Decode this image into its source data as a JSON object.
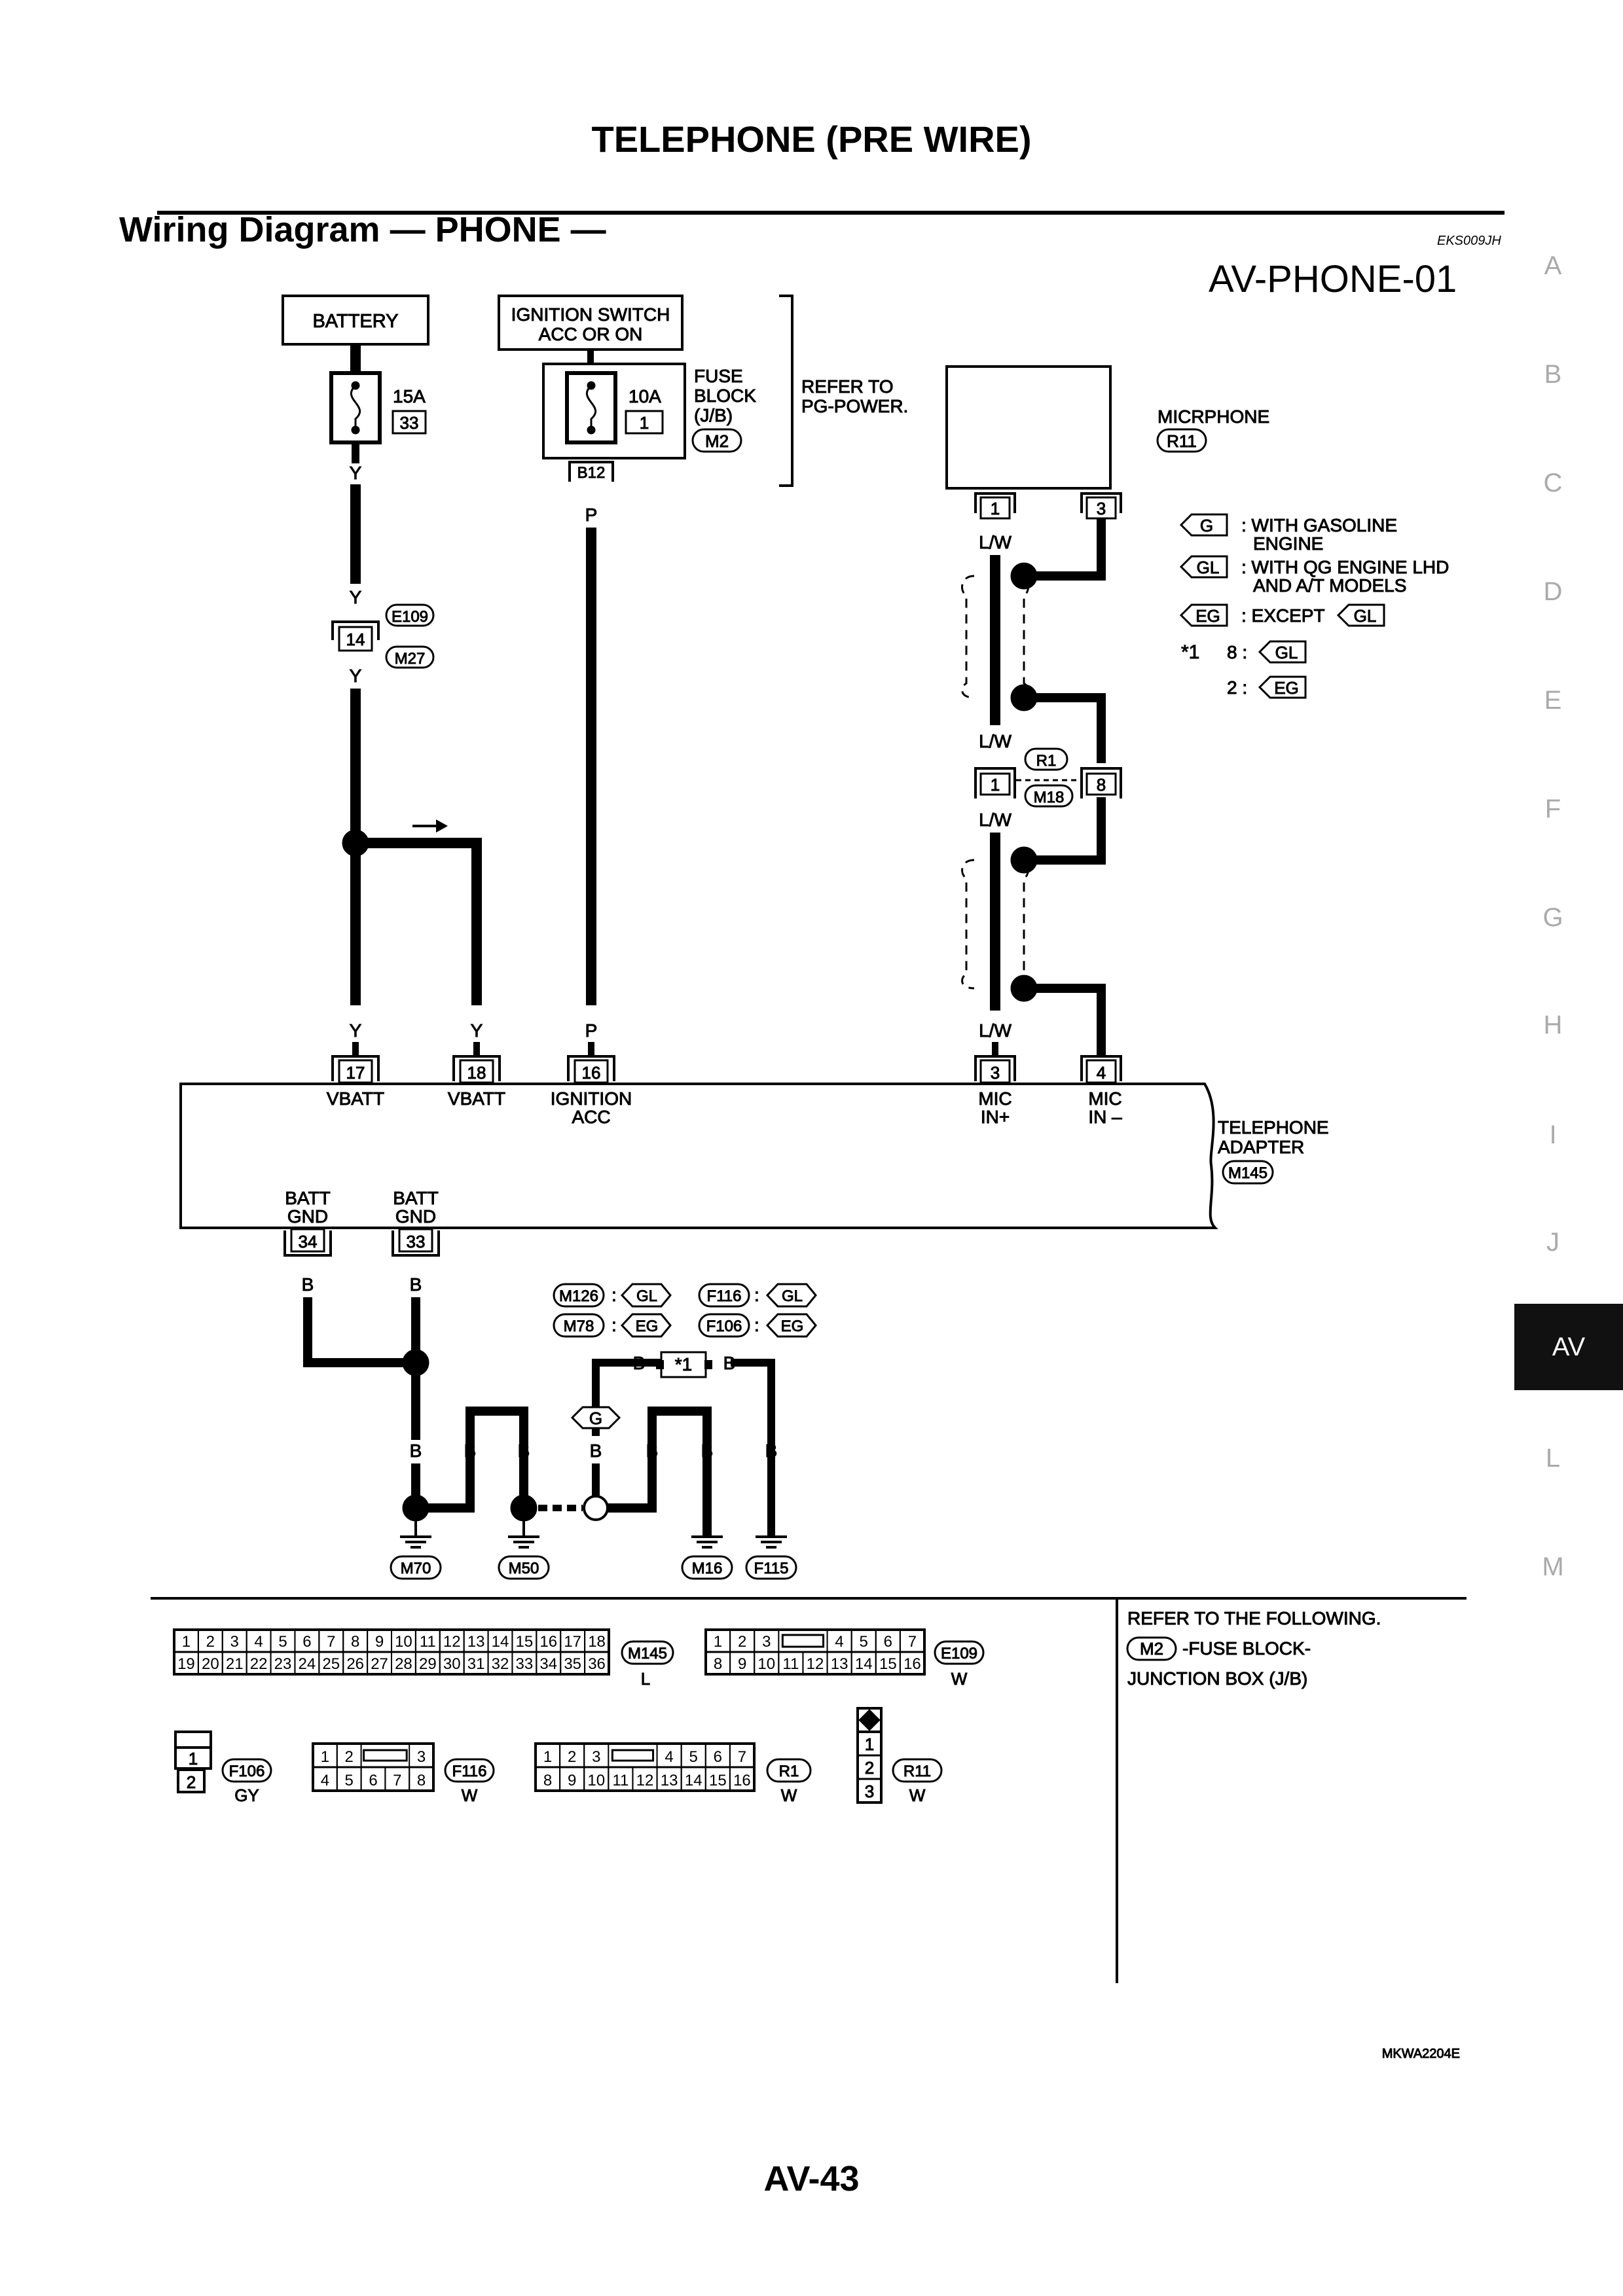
{
  "header": {
    "page_title": "TELEPHONE (PRE WIRE)",
    "section_title": "Wiring Diagram — PHONE —",
    "ref_code": "EKS009JH",
    "diagram_id": "AV-PHONE-01"
  },
  "side_tabs": [
    "A",
    "B",
    "C",
    "D",
    "E",
    "F",
    "G",
    "H",
    "I",
    "J",
    "AV",
    "L",
    "M"
  ],
  "side_tab_active": "AV",
  "power": {
    "battery": "BATTERY",
    "ignition_line1": "IGNITION SWITCH",
    "ignition_line2": "ACC OR ON",
    "fuse_15a": "15A",
    "fuse_15a_no": "33",
    "fuse_10a": "10A",
    "fuse_10a_no": "1",
    "fuse_block_1": "FUSE",
    "fuse_block_2": "BLOCK",
    "fuse_block_3": "(J/B)",
    "fuse_block_conn": "M2",
    "refer_1": "REFER TO",
    "refer_2": "PG-POWER.",
    "b12": "B12"
  },
  "wires": {
    "y": "Y",
    "p": "P",
    "lw": "L/W",
    "b": "B"
  },
  "connectors": {
    "e109": "E109",
    "m27": "M27",
    "pin14": "14",
    "r1": "R1",
    "m18": "M18",
    "pin1": "1",
    "pin8": "8",
    "pin3": "3"
  },
  "microphone": {
    "label": "MICRPHONE",
    "conn": "R11",
    "pin1": "1",
    "pin3": "3"
  },
  "legend": {
    "g_code": "G",
    "g_text_1": ": WITH GASOLINE",
    "g_text_2": "ENGINE",
    "gl_code": "GL",
    "gl_text_1": ": WITH QG ENGINE LHD",
    "gl_text_2": "AND A/T MODELS",
    "eg_code": "EG",
    "eg_text": ": EXCEPT",
    "star": "*1",
    "star_8": "8 :",
    "star_2": "2 :"
  },
  "adapter": {
    "label_1": "TELEPHONE",
    "label_2": "ADAPTER",
    "conn": "M145",
    "pins_top": [
      {
        "num": "17",
        "name1": "VBATT",
        "name2": ""
      },
      {
        "num": "18",
        "name1": "VBATT",
        "name2": ""
      },
      {
        "num": "16",
        "name1": "IGNITION",
        "name2": "ACC"
      },
      {
        "num": "3",
        "name1": "MIC",
        "name2": "IN+"
      },
      {
        "num": "4",
        "name1": "MIC",
        "name2": "IN –"
      }
    ],
    "pins_bottom": [
      {
        "num": "34",
        "name1": "BATT",
        "name2": "GND"
      },
      {
        "num": "33",
        "name1": "BATT",
        "name2": "GND"
      }
    ]
  },
  "ground": {
    "m126": "M126",
    "m78": "M78",
    "f116": "F116",
    "f106": "F106",
    "sep": ":",
    "star": "*1",
    "grounds": [
      "M70",
      "M50",
      "M16",
      "F115"
    ]
  },
  "connector_views": {
    "m145_row1": [
      "1",
      "2",
      "3",
      "4",
      "5",
      "6",
      "7",
      "8",
      "9",
      "10",
      "11",
      "12",
      "13",
      "14",
      "15",
      "16",
      "17",
      "18"
    ],
    "m145_row2": [
      "19",
      "20",
      "21",
      "22",
      "23",
      "24",
      "25",
      "26",
      "27",
      "28",
      "29",
      "30",
      "31",
      "32",
      "33",
      "34",
      "35",
      "36"
    ],
    "m145_color": "L",
    "e109_row1": [
      "1",
      "2",
      "3",
      "4",
      "5",
      "6",
      "7"
    ],
    "e109_row2": [
      "8",
      "9",
      "10",
      "11",
      "12",
      "13",
      "14",
      "15",
      "16"
    ],
    "e109_color": "W",
    "f106_pins": [
      "1",
      "2"
    ],
    "f106_color": "GY",
    "f116_row1": [
      "1",
      "2",
      "3"
    ],
    "f116_row2": [
      "4",
      "5",
      "6",
      "7",
      "8"
    ],
    "f116_color": "W",
    "r1_row1": [
      "1",
      "2",
      "3",
      "4",
      "5",
      "6",
      "7"
    ],
    "r1_row2": [
      "8",
      "9",
      "10",
      "11",
      "12",
      "13",
      "14",
      "15",
      "16"
    ],
    "r1_color": "W",
    "r11_pins": [
      "1",
      "2",
      "3"
    ],
    "r11_color": "W",
    "refer_1": "REFER TO THE FOLLOWING.",
    "refer_conn": "M2",
    "refer_2": "-FUSE BLOCK-",
    "refer_3": "JUNCTION BOX (J/B)"
  },
  "figure_code": "MKWA2204E",
  "footer": {
    "page_number": "AV-43"
  }
}
